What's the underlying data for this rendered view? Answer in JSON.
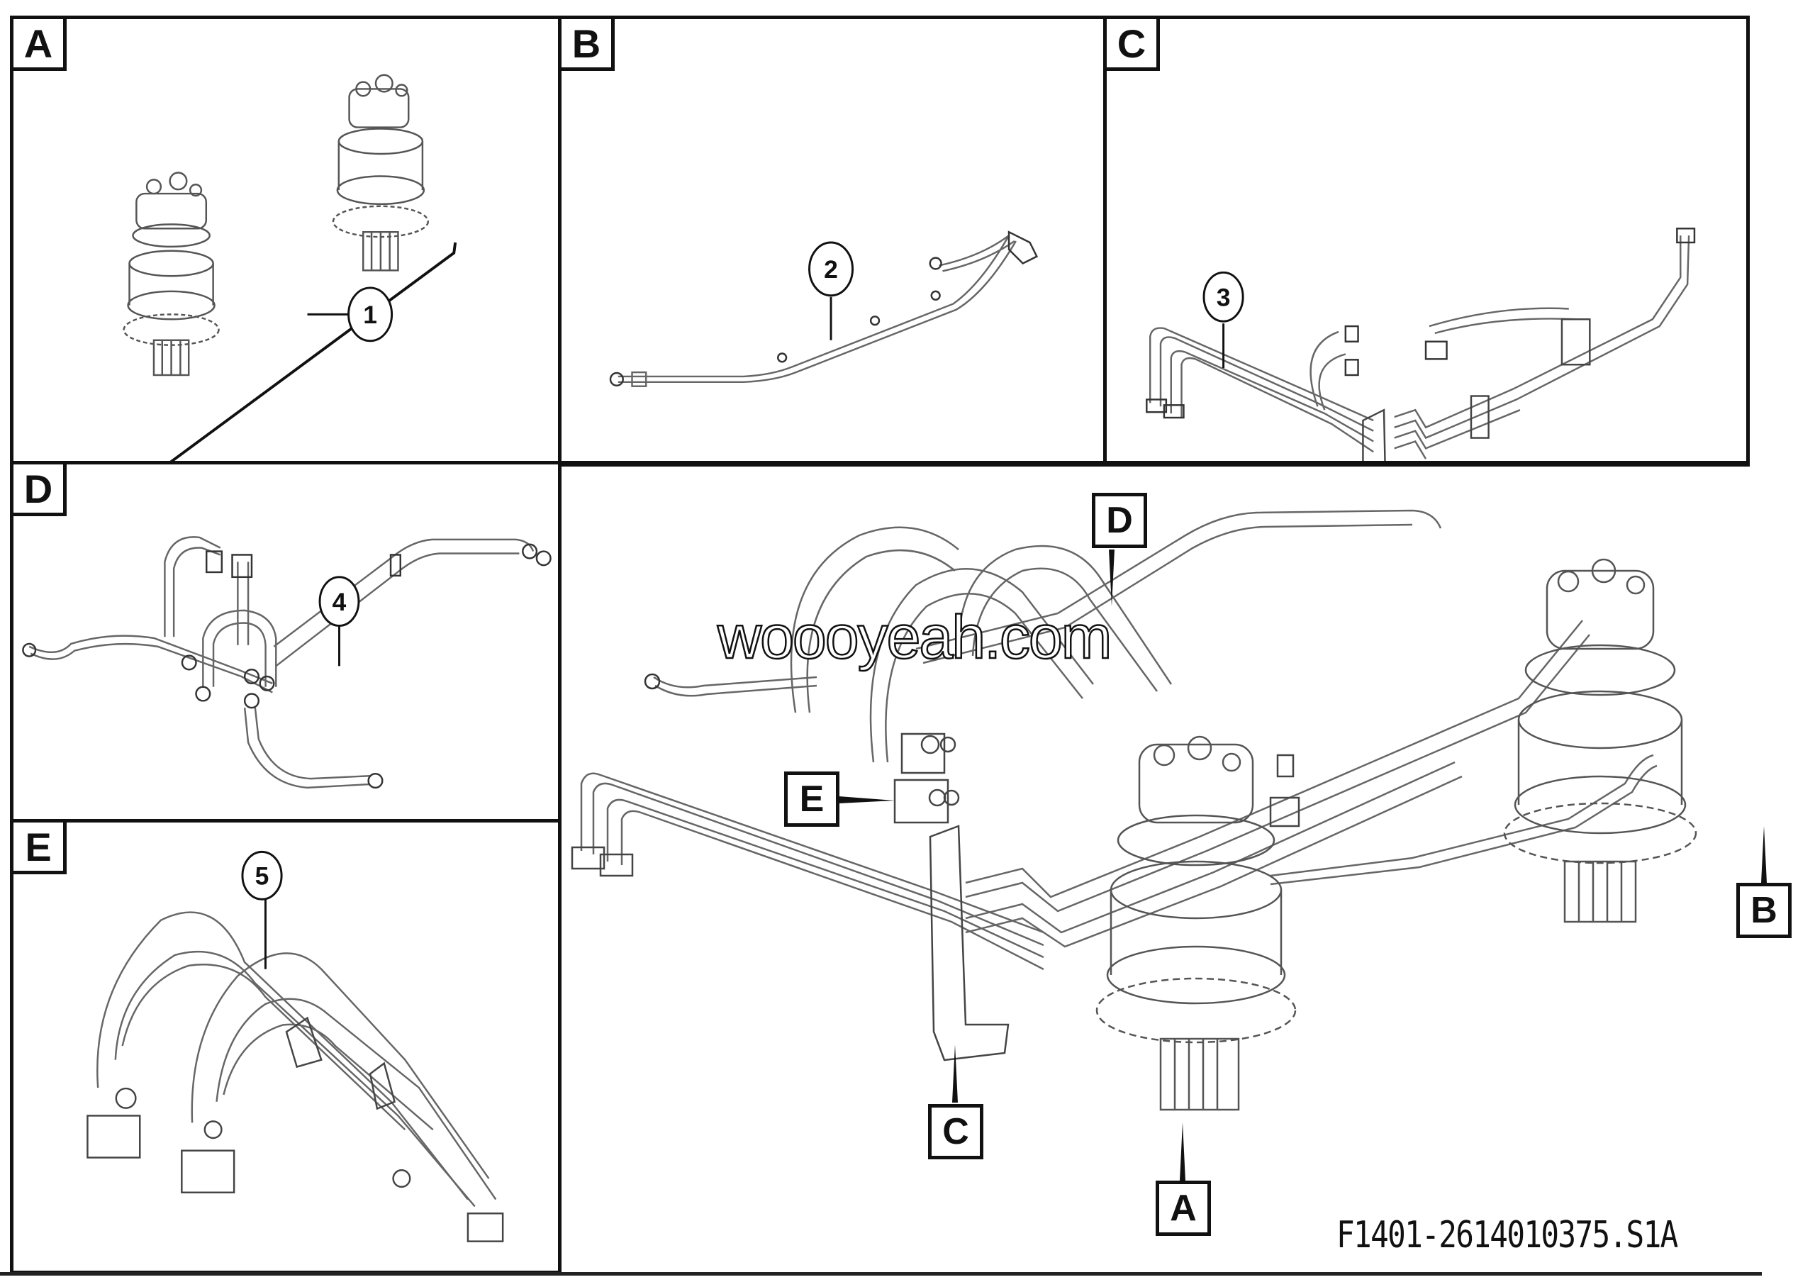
{
  "panels": [
    {
      "id": "A",
      "label": "A",
      "item_number": "1",
      "description": "two travel motor assemblies with a single hose/line"
    },
    {
      "id": "B",
      "label": "B",
      "item_number": "2",
      "description": "hose assembly with clamps"
    },
    {
      "id": "C",
      "label": "C",
      "item_number": "3",
      "description": "tube bundle with mounting bracket"
    },
    {
      "id": "D",
      "label": "D",
      "item_number": "4",
      "description": "branching hose group with fittings"
    },
    {
      "id": "E",
      "label": "E",
      "item_number": "5",
      "description": "arched hoses with valve blocks"
    }
  ],
  "main_view": {
    "callouts": [
      {
        "id": "D",
        "label": "D"
      },
      {
        "id": "E",
        "label": "E"
      },
      {
        "id": "C",
        "label": "C"
      },
      {
        "id": "A",
        "label": "A"
      },
      {
        "id": "B",
        "label": "B"
      }
    ],
    "watermark": "woooyeah.com"
  },
  "caption": "F1401-2614010375.S1A"
}
